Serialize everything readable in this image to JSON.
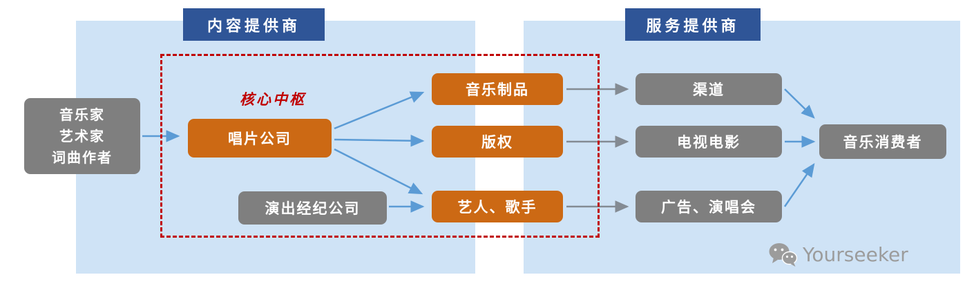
{
  "headers": {
    "content_provider": "内容提供商",
    "service_provider": "服务提供商"
  },
  "core_hub_label": "核心中枢",
  "nodes": {
    "creators_lines": [
      "音乐家",
      "艺术家",
      "词曲作者"
    ],
    "record_company": "唱片公司",
    "performance_agency": "演出经纪公司",
    "music_products": "音乐制品",
    "copyright": "版权",
    "artists_singers": "艺人、歌手",
    "channels": "渠道",
    "tv_film": "电视电影",
    "ads_concerts": "广告、演唱会",
    "music_consumers": "音乐消费者"
  },
  "watermark": {
    "icon": "wechat-icon",
    "text": "Yourseeker"
  },
  "colors": {
    "panel_blue": "#CFE3F6",
    "header_blue": "#2F5597",
    "box_orange": "#CC6914",
    "box_gray": "#7F7F7F",
    "dashed_red": "#C00000",
    "arrow_blue": "#5B9BD5",
    "arrow_gray": "#848B93",
    "watermark_gray": "#9C9C9C"
  }
}
